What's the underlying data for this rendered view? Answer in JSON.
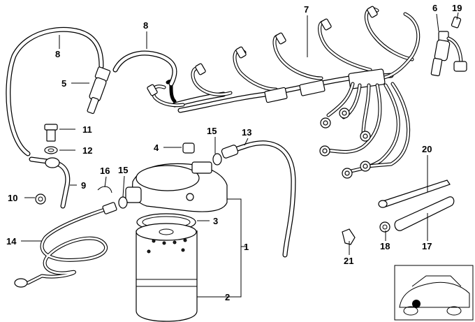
{
  "callouts": [
    {
      "id": "1",
      "text": "1"
    },
    {
      "id": "2",
      "text": "2"
    },
    {
      "id": "3",
      "text": "3"
    },
    {
      "id": "4",
      "text": "4"
    },
    {
      "id": "5",
      "text": "5"
    },
    {
      "id": "6",
      "text": "6"
    },
    {
      "id": "7",
      "text": "7"
    },
    {
      "id": "8a",
      "text": "8"
    },
    {
      "id": "8b",
      "text": "8"
    },
    {
      "id": "9",
      "text": "9"
    },
    {
      "id": "10",
      "text": "10"
    },
    {
      "id": "11",
      "text": "11"
    },
    {
      "id": "12",
      "text": "12"
    },
    {
      "id": "13",
      "text": "13"
    },
    {
      "id": "14",
      "text": "14"
    },
    {
      "id": "15a",
      "text": "15"
    },
    {
      "id": "15b",
      "text": "15"
    },
    {
      "id": "16",
      "text": "16"
    },
    {
      "id": "17",
      "text": "17"
    },
    {
      "id": "18",
      "text": "18"
    },
    {
      "id": "19",
      "text": "19"
    },
    {
      "id": "20",
      "text": "20"
    },
    {
      "id": "21",
      "text": "21"
    }
  ],
  "colors": {
    "line": "#000000",
    "background": "#ffffff"
  }
}
